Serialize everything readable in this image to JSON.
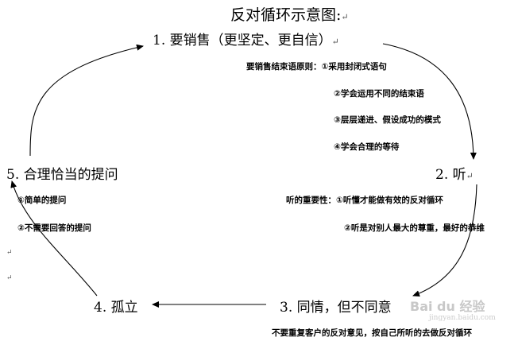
{
  "title": "反对循环示意图:",
  "return_mark": "↵",
  "nodes": {
    "n1": "1. 要销售（更坚定、更自信）",
    "n2": "2. 听",
    "n3": "3. 同情，但不同意",
    "n4": "4. 孤立",
    "n5": "5. 合理恰当的提问"
  },
  "notes": {
    "sell_intro": "要销售结束语原则：①采用封闭式语句",
    "sell_2": "②学会运用不同的结束语",
    "sell_3": "③层层递进、假设成功的模式",
    "sell_4": "④学会合理的等待",
    "listen_1": "听的重要性：①听懂才能做有效的反对循环",
    "listen_2": "②听是对别人最大的尊重，最好的恭维",
    "empathy_1": "不要重复客户的反对意见，按自己所听的去做反对循环",
    "ask_1": "①简单的提问",
    "ask_2": "②不需要回答的提问"
  },
  "watermark": {
    "text": "Bai du 经验",
    "sub": "jingyan.baidu.com"
  },
  "colors": {
    "line": "#000000",
    "watermark": "#c8c8c8"
  }
}
